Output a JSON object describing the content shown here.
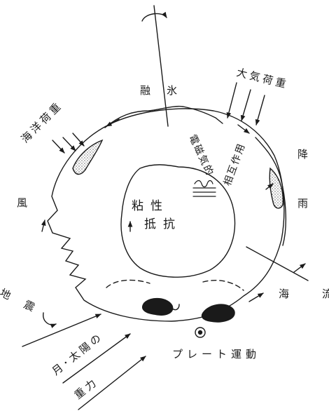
{
  "labels": {
    "ice": "融　氷",
    "atmos_load": "大気荷重",
    "ocean_load": "海洋荷重",
    "rain": "降　雨",
    "wind": "風",
    "em_1": "電磁気的",
    "em_2": "相互作用",
    "viscous_1": "粘性",
    "viscous_2": "抵抗",
    "quake": "地　震",
    "current": "海　流",
    "gravity_1": "月･太陽の",
    "gravity_2": "重力",
    "plate": "プレート運動"
  },
  "colors": {
    "ink": "#1a1a1a",
    "background": "#ffffff"
  }
}
